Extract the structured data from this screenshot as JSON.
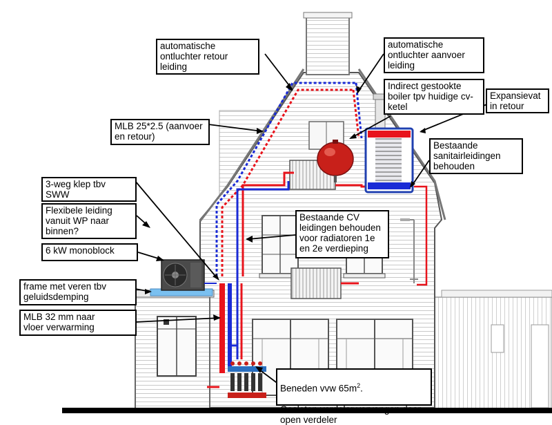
{
  "labels": {
    "ontluchter_retour": "automatische\nontluchter retour\nleiding",
    "ontluchter_aanvoer": "automatische\nontluchter aanvoer\nleiding",
    "boiler": "Indirect gestookte\nboiler tpv huidige cv-\nketel",
    "expansievat": "Expansievat\nin retour",
    "mlb25": "MLB 25*2.5 (aanvoer\nen retour)",
    "sanitair": "Bestaande\nsanitairleidingen\nbehouden",
    "klep": "3-weg klep tbv\nSWW",
    "flexibel": "Flexibele leiding\nvanuit WP naar\nbinnen?",
    "cv_leidingen": "Bestaande CV\nleidingen behouden\nvoor radiatoren 1e\nen 2e verdieping",
    "monoblock": "6 kW monoblock",
    "frame": "frame met veren tbv\ngeluidsdemping",
    "mlb32": "MLB 32 mm naar\nvloer verwarming",
    "beneden_pre": "Beneden vvw 65m",
    "beneden_sup": "2",
    "beneden_post": ".",
    "verdeler": "Gesloten verdeler vervangen door\nopen verdeler"
  },
  "colors": {
    "supply": "#e8141c",
    "return": "#1a2bd6",
    "line": "#000000",
    "tank_red": "#c8201a",
    "manifold_blue": "#2a6fc0"
  }
}
